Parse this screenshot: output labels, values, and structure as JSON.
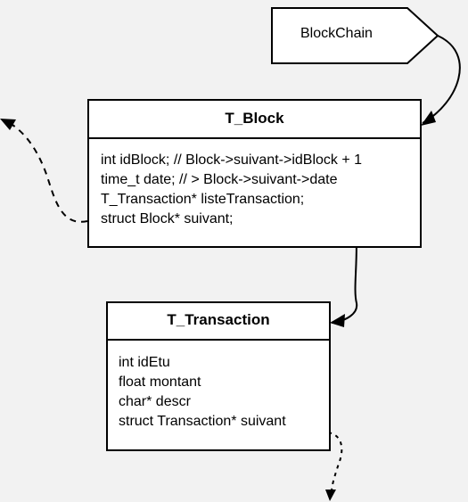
{
  "blockchain_tag": {
    "label": "BlockChain"
  },
  "block_box": {
    "title": "T_Block",
    "fields": [
      "int idBlock; // Block->suivant->idBlock + 1",
      "time_t date; // > Block->suivant->date",
      "T_Transaction* listeTransaction;",
      "struct Block* suivant;"
    ]
  },
  "transaction_box": {
    "title": "T_Transaction",
    "fields": [
      "int idEtu",
      "float montant",
      "char* descr",
      "struct Transaction* suivant"
    ]
  },
  "colors": {
    "background": "#f2f2f2",
    "box_fill": "#ffffff",
    "stroke": "#000000"
  }
}
